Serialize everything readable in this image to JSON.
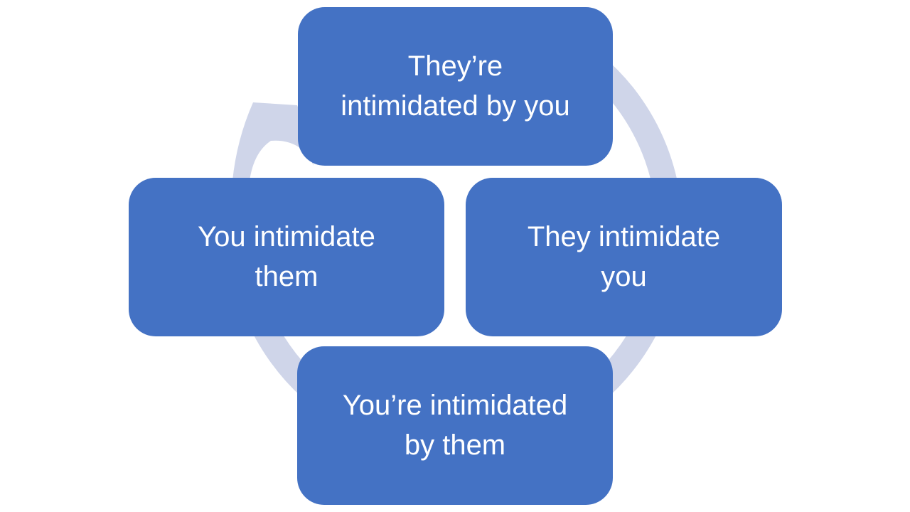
{
  "diagram": {
    "type": "cycle",
    "flow_direction": "clockwise",
    "nodes": [
      {
        "id": "top",
        "label": "They’re\nintimidated by you"
      },
      {
        "id": "right",
        "label": "They intimidate\nyou"
      },
      {
        "id": "bottom",
        "label": "You’re intimidated\nby them"
      },
      {
        "id": "left",
        "label": "You intimidate\nthem"
      }
    ],
    "colors": {
      "node_fill": "#4472C4",
      "node_text": "#FFFFFF",
      "arrow": "#CFD5E9",
      "background": "#FFFFFF"
    }
  }
}
